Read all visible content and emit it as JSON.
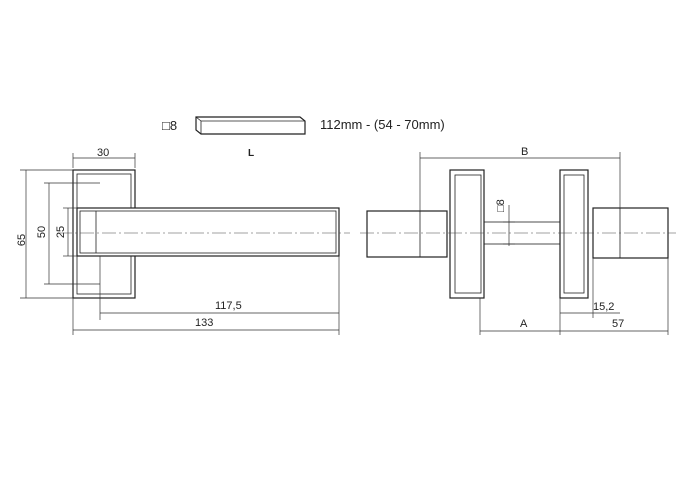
{
  "spindle": {
    "square_label": "□8",
    "length_label": "112mm - (54 - 70mm)",
    "caption": "L"
  },
  "handle_view": {
    "dim_rose_width": "30",
    "dim_overall_height": "65",
    "dim_rose_inner": "50",
    "dim_grip_height": "25",
    "dim_lever_length": "117,5",
    "dim_total_length": "133"
  },
  "set_view": {
    "dim_B": "B",
    "dim_A": "A",
    "dim_spindle_square": "□8",
    "dim_rose_depth": "15,2",
    "dim_projection": "57"
  },
  "colors": {
    "line": "#222222",
    "background": "#ffffff"
  }
}
